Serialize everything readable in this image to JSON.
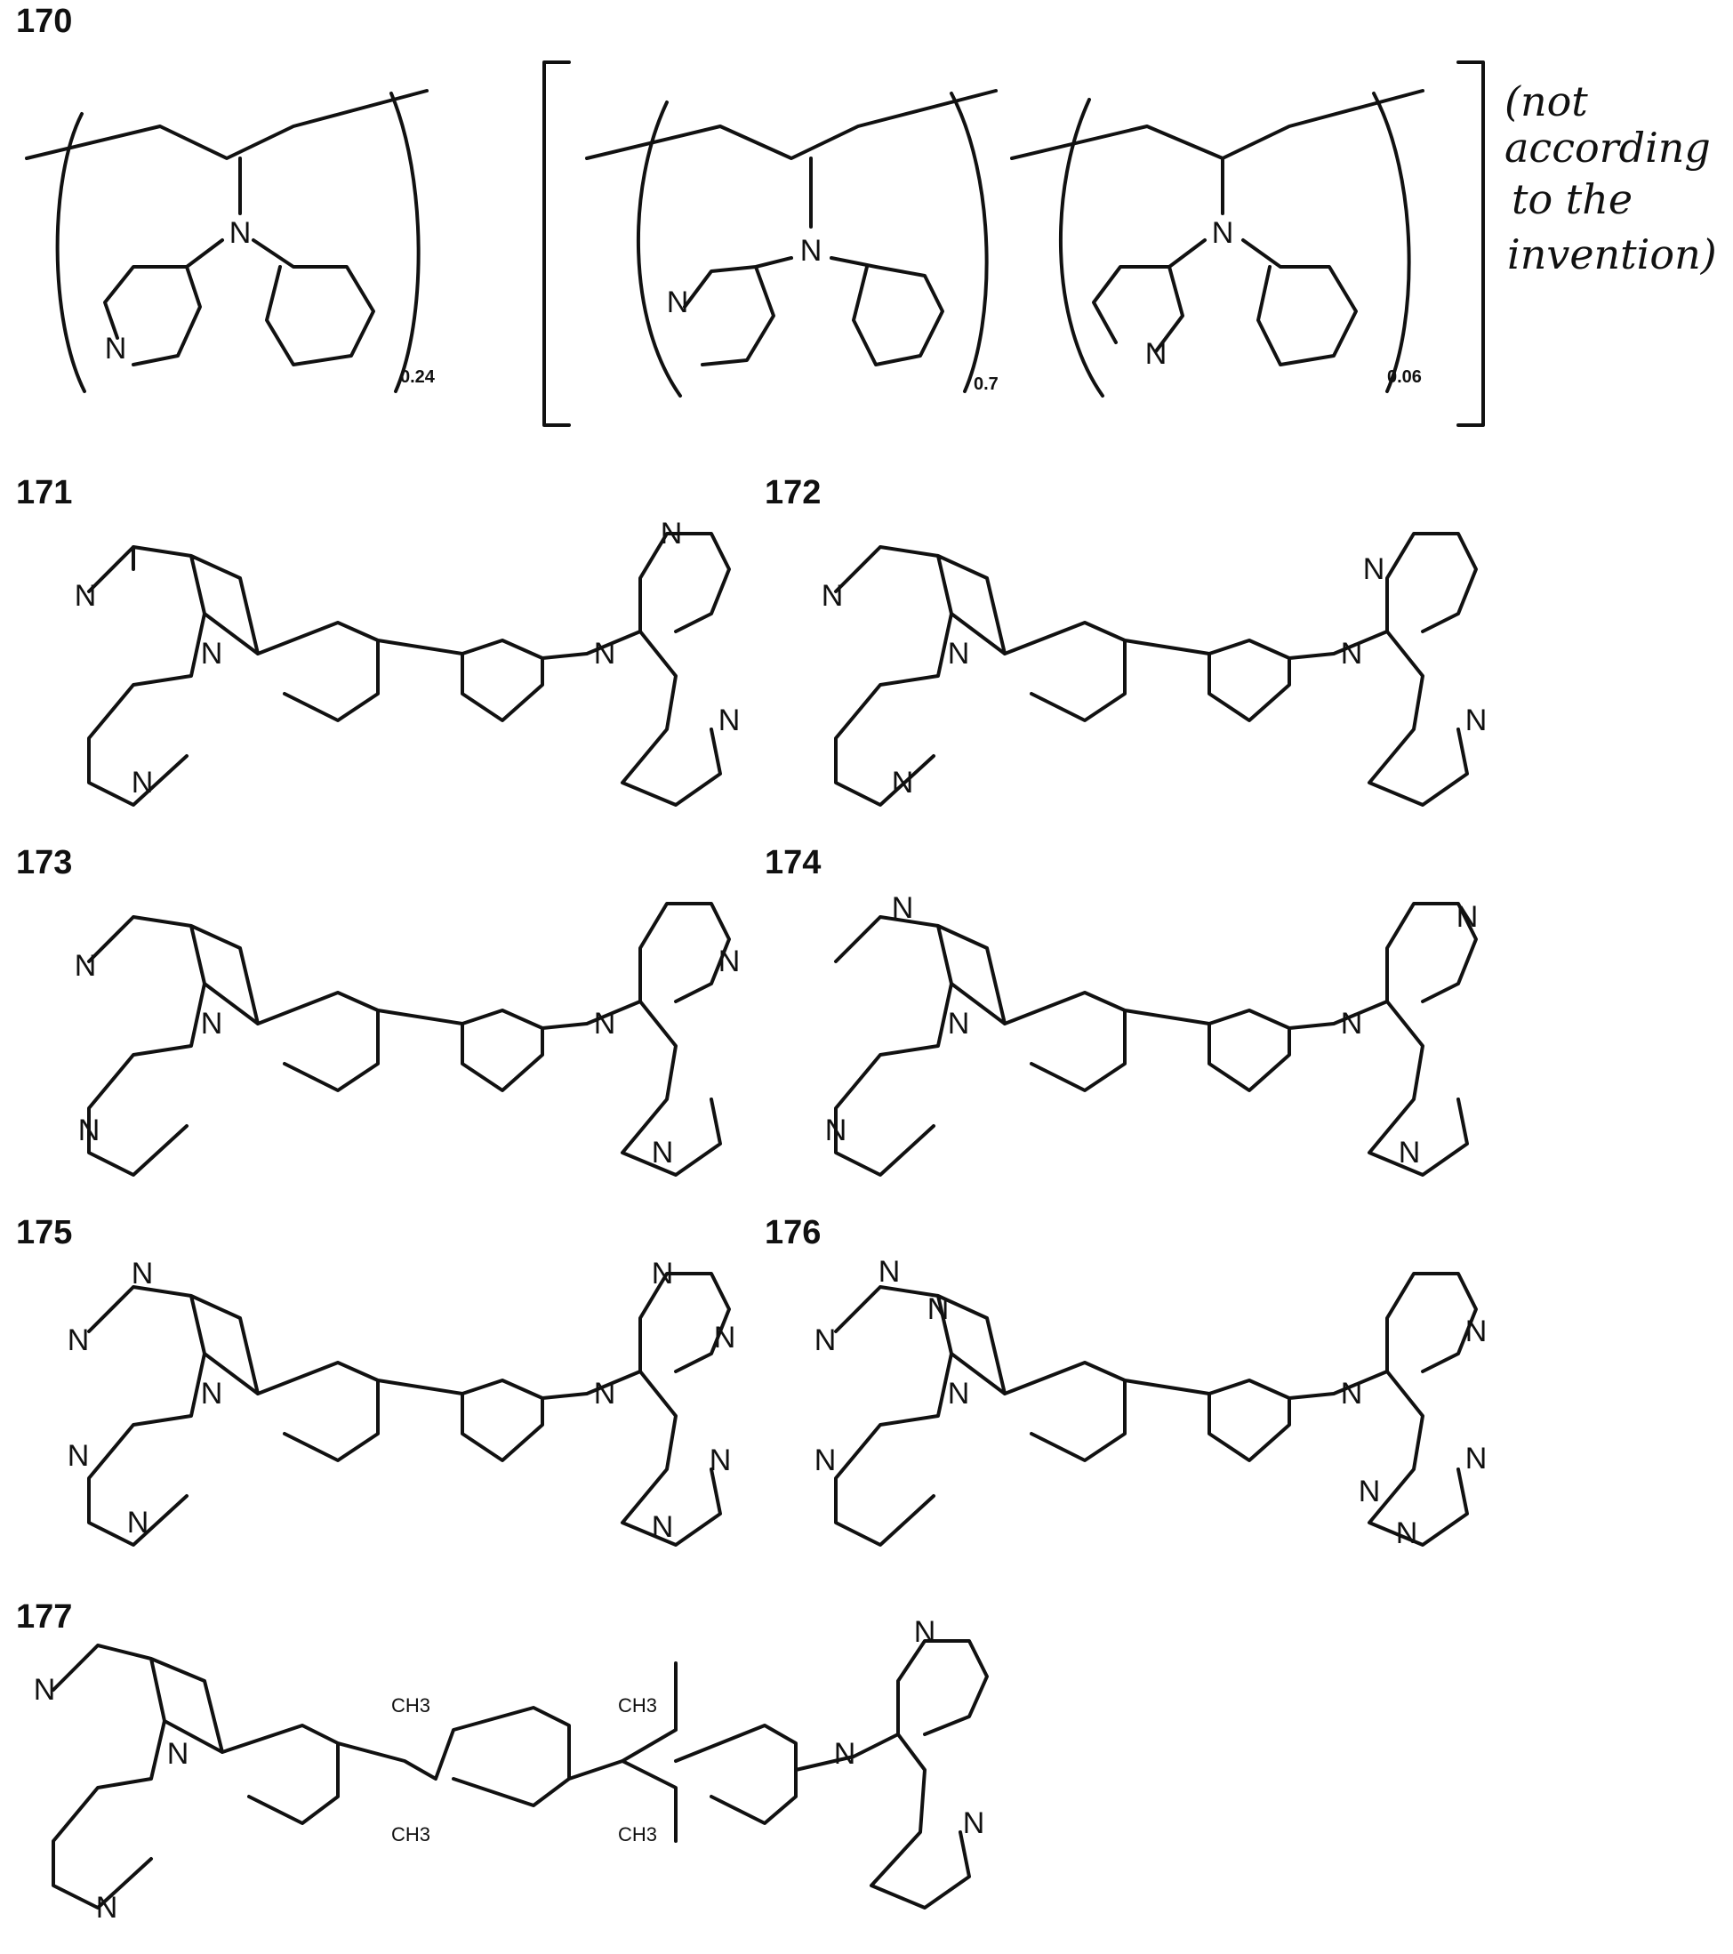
{
  "compounds": [
    {
      "id": "170",
      "label": "170",
      "indices": [
        "0.24",
        "0.7",
        "0.06"
      ],
      "note_lines": [
        "(not",
        "according",
        "to the",
        "invention)"
      ]
    },
    {
      "id": "171",
      "label": "171"
    },
    {
      "id": "172",
      "label": "172"
    },
    {
      "id": "173",
      "label": "173"
    },
    {
      "id": "174",
      "label": "174"
    },
    {
      "id": "175",
      "label": "175"
    },
    {
      "id": "176",
      "label": "176"
    },
    {
      "id": "177",
      "label": "177",
      "groups": [
        "CH3",
        "CH3",
        "CH3",
        "CH3"
      ]
    }
  ],
  "atom_symbol": "N"
}
